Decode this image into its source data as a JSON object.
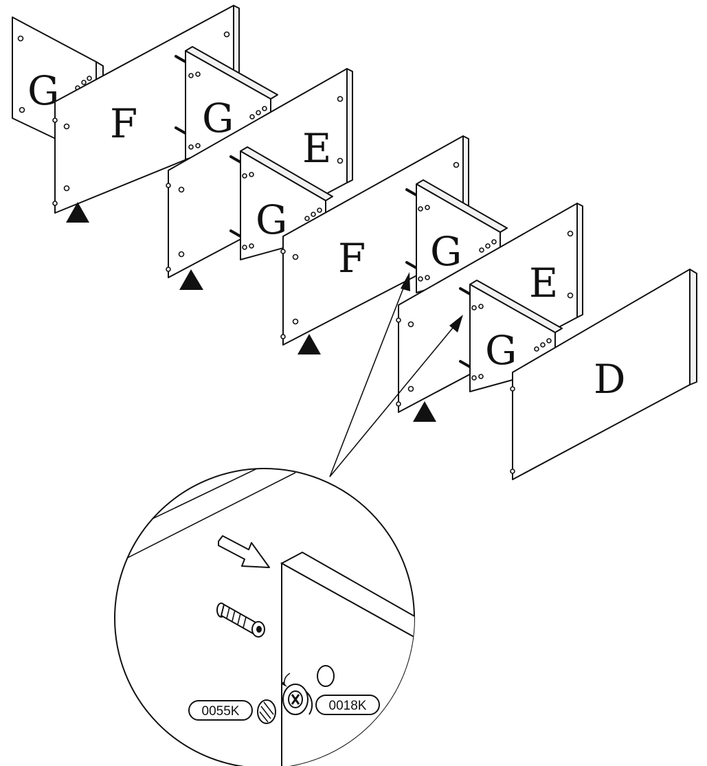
{
  "panels": {
    "g1": "G",
    "f1": "F",
    "g2": "G",
    "e1": "E",
    "g3": "G",
    "f2": "F",
    "g4": "G",
    "e2": "E",
    "g5": "G",
    "d": "D"
  },
  "detail": {
    "cam_bolt_code": "0055K",
    "cam_lock_code": "0018K"
  },
  "colors": {
    "line": "#111111",
    "background": "#ffffff"
  }
}
